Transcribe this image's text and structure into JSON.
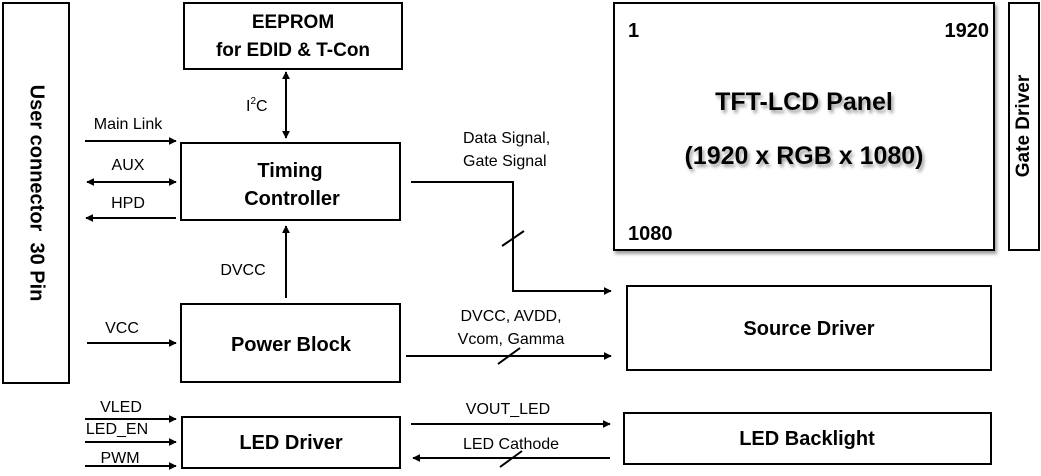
{
  "blocks": {
    "user_connector": "User connector  30 Pin",
    "eeprom_line1": "EEPROM",
    "eeprom_line2": "for EDID & T-Con",
    "timing_line1": "Timing",
    "timing_line2": "Controller",
    "power_block": "Power Block",
    "led_driver": "LED Driver",
    "panel_title": "TFT-LCD Panel",
    "panel_resolution": "(1920 x RGB x 1080)",
    "panel_corner_tl": "1",
    "panel_corner_tr": "1920",
    "panel_corner_bl": "1080",
    "gate_driver": "Gate Driver",
    "source_driver": "Source Driver",
    "led_backlight": "LED Backlight"
  },
  "signals": {
    "i2c_i": "I",
    "i2c_sup": "2",
    "i2c_c": "C",
    "main_link": "Main Link",
    "aux": "AUX",
    "hpd": "HPD",
    "dvcc": "DVCC",
    "vcc": "VCC",
    "data_signal": "Data Signal,",
    "gate_signal": "Gate Signal",
    "power_signals_line1": "DVCC, AVDD,",
    "power_signals_line2": "Vcom, Gamma",
    "vled": "VLED",
    "led_en": "LED_EN",
    "pwm": "PWM",
    "vout_led": "VOUT_LED",
    "led_cathode": "LED Cathode"
  }
}
